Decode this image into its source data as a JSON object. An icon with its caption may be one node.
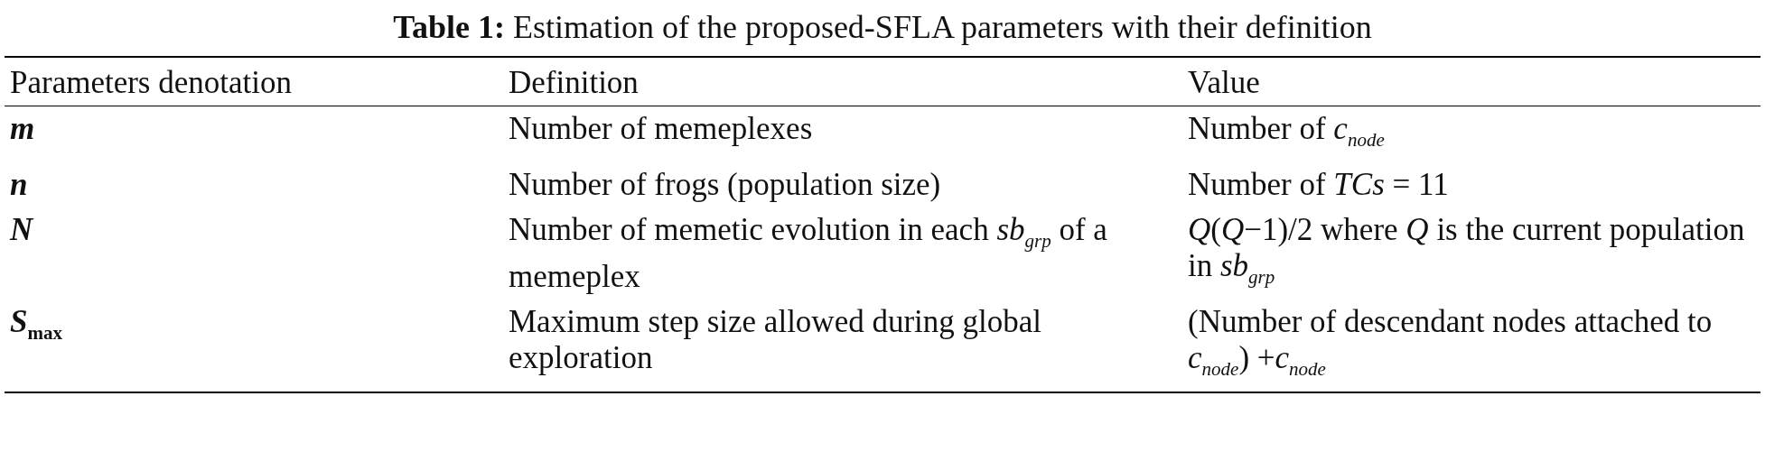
{
  "diagram": {
    "title": "**Table 1:** Estimation of the proposed-SFLA parameters with their definition",
    "labels": [
      "Parameters denotation",
      "Definition",
      "Value",
      "m",
      "Number of memeplexes",
      "Number of *c*$_{node}$",
      "n",
      "Number of frogs (population size)",
      "Number of *TCs* = 11",
      "N",
      "Number of memetic evolution in each *sb*$_{grp}$ of a memeplex",
      "*Q*(*Q*−1)/2 where *Q* is the current population in *sb*$_{grp}$",
      "S$_{max}$",
      "Maximum step size allowed during global exploration",
      "(Number of descendant nodes attached to *c*$_{node}$) +*c*$_{node}$"
    ]
  }
}
